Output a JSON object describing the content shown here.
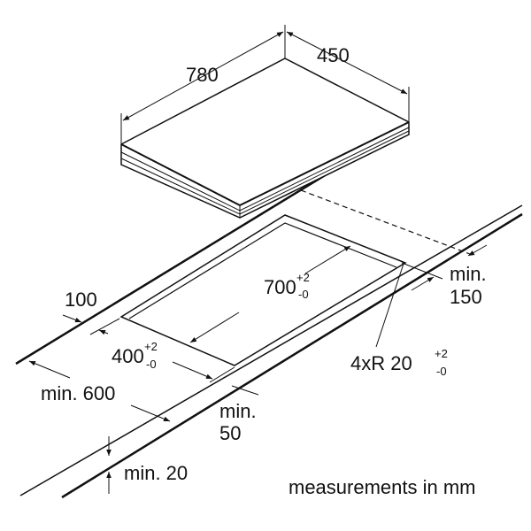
{
  "hob": {
    "length": "780",
    "depth": "450"
  },
  "cutout": {
    "length": "700",
    "length_tol_plus": "+2",
    "length_tol_minus": "-0",
    "width": "400",
    "width_tol_plus": "+2",
    "width_tol_minus": "-0",
    "radius_label": "4xR 20",
    "radius_tol_plus": "+2",
    "radius_tol_minus": "-0"
  },
  "clearances": {
    "back": "100",
    "side_min": "min.",
    "side_value": "150",
    "front_min": "min.",
    "front_value": "50",
    "worktop_depth": "min. 600",
    "worktop_thickness": "min. 20"
  },
  "note": "measurements in mm"
}
